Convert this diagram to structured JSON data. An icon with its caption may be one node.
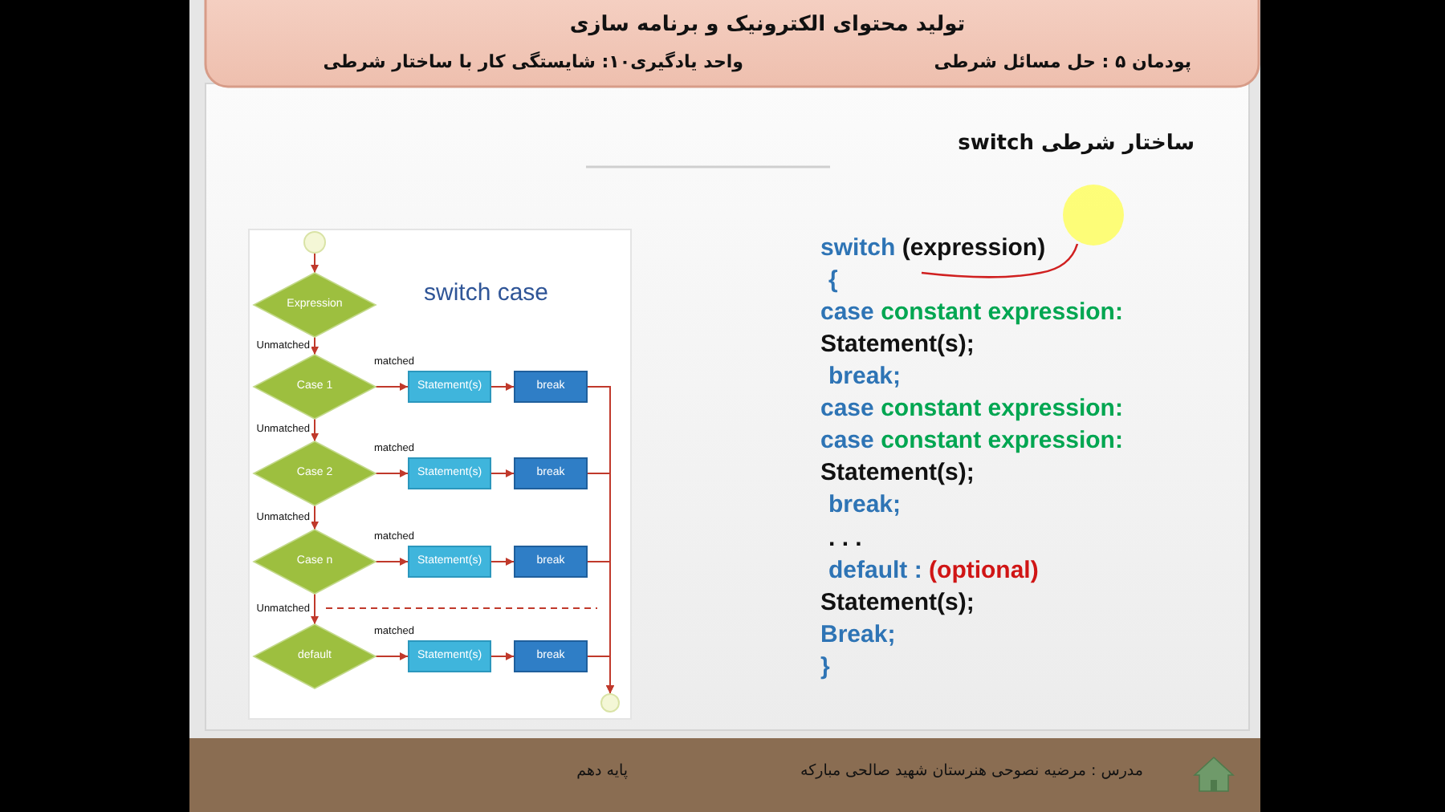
{
  "diagram": {
    "title": "ساختار شرطی switch",
    "nodes": [
      {
        "text": [],
        "shape": "circle"
      },
      {
        "text": [
          "Expression"
        ]
      },
      {
        "text": [
          "Case 1"
        ]
      },
      {
        "text": [
          "Statement(s)"
        ]
      },
      {
        "text": [
          "break"
        ]
      },
      {
        "text": [
          "Case 2"
        ]
      },
      {
        "text": [
          "Statement(s)"
        ]
      },
      {
        "text": [
          "break"
        ]
      },
      {
        "text": [
          "Case n"
        ]
      },
      {
        "text": [
          "Statement(s)"
        ]
      },
      {
        "text": [
          "break"
        ]
      },
      {
        "text": [
          "default"
        ]
      },
      {
        "text": [
          "Statement(s)"
        ]
      },
      {
        "text": [
          "break"
        ]
      },
      {
        "text": [],
        "shape": "circle"
      }
    ],
    "edges": [
      {
        "from": 0,
        "to": 1,
        "arrow": "to"
      },
      {
        "from": 1,
        "to": 2,
        "arrow": "to",
        "label": "Unmatched"
      },
      {
        "from": 2,
        "to": 3,
        "arrow": "to",
        "label": "matched"
      },
      {
        "from": 3,
        "to": 4,
        "arrow": "to"
      },
      {
        "from": 2,
        "to": 5,
        "arrow": "to",
        "label": "Unmatched"
      },
      {
        "from": 5,
        "to": 6,
        "arrow": "to",
        "label": "matched"
      },
      {
        "from": 6,
        "to": 7,
        "arrow": "to"
      },
      {
        "from": 5,
        "to": 8,
        "arrow": "to",
        "label": "Unmatched"
      },
      {
        "from": 8,
        "to": 9,
        "arrow": "to",
        "label": "matched"
      },
      {
        "from": 9,
        "to": 10,
        "arrow": "to"
      },
      {
        "from": 8,
        "to": 11,
        "arrow": "to",
        "label": "Unmatched"
      },
      {
        "from": 11,
        "to": 12,
        "arrow": "to",
        "label": "matched"
      },
      {
        "from": 12,
        "to": 13,
        "arrow": "to"
      },
      {
        "from": 4,
        "to": 14,
        "arrow": "to"
      },
      {
        "from": 7,
        "to": 14,
        "arrow": "to"
      },
      {
        "from": 10,
        "to": 14,
        "arrow": "to"
      },
      {
        "from": 13,
        "to": 14,
        "arrow": "to"
      }
    ],
    "labels": [
      "تولید محتوای الکترونیک و برنامه سازی",
      "پودمان ۵ : حل مسائل شرطی",
      "واحد یادگیری۱۰: شایستگی کار با ساختار شرطی",
      "switch case",
      "switch",
      "(expression)",
      "{",
      "case",
      "constant expression:",
      "Statement(s);",
      "break;",
      "case",
      "constant expression:",
      "case",
      "constant expression:",
      "Statement(s);",
      "break;",
      ". . .",
      "default :",
      "(optional)",
      "Statement(s);",
      "Break;",
      "}",
      "مدرس : مرضیه نصوحی هنرستان شهید صالحی مبارکه",
      "پایه دهم"
    ]
  }
}
